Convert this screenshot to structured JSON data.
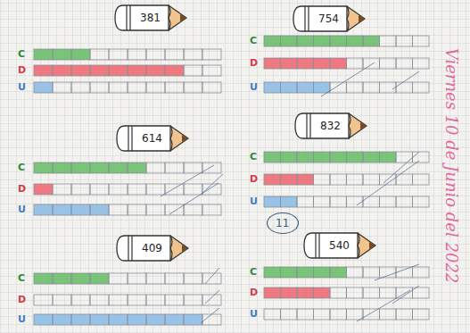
{
  "diagram": {
    "nodes": [
      {
        "text": [
          "381"
        ]
      },
      {
        "text": [
          "754"
        ]
      },
      {
        "text": [
          "614"
        ]
      },
      {
        "text": [
          "832"
        ]
      },
      {
        "text": [
          "409"
        ]
      },
      {
        "text": [
          "540"
        ]
      },
      {
        "text": [
          "11"
        ]
      }
    ],
    "labels": [
      "C",
      "D",
      "U",
      "C",
      "D",
      "U",
      "C",
      "D",
      "U",
      "C",
      "D",
      "U",
      "C",
      "D",
      "U",
      "C",
      "D",
      "U",
      "Viernes 10 de Junio del 2022"
    ]
  }
}
